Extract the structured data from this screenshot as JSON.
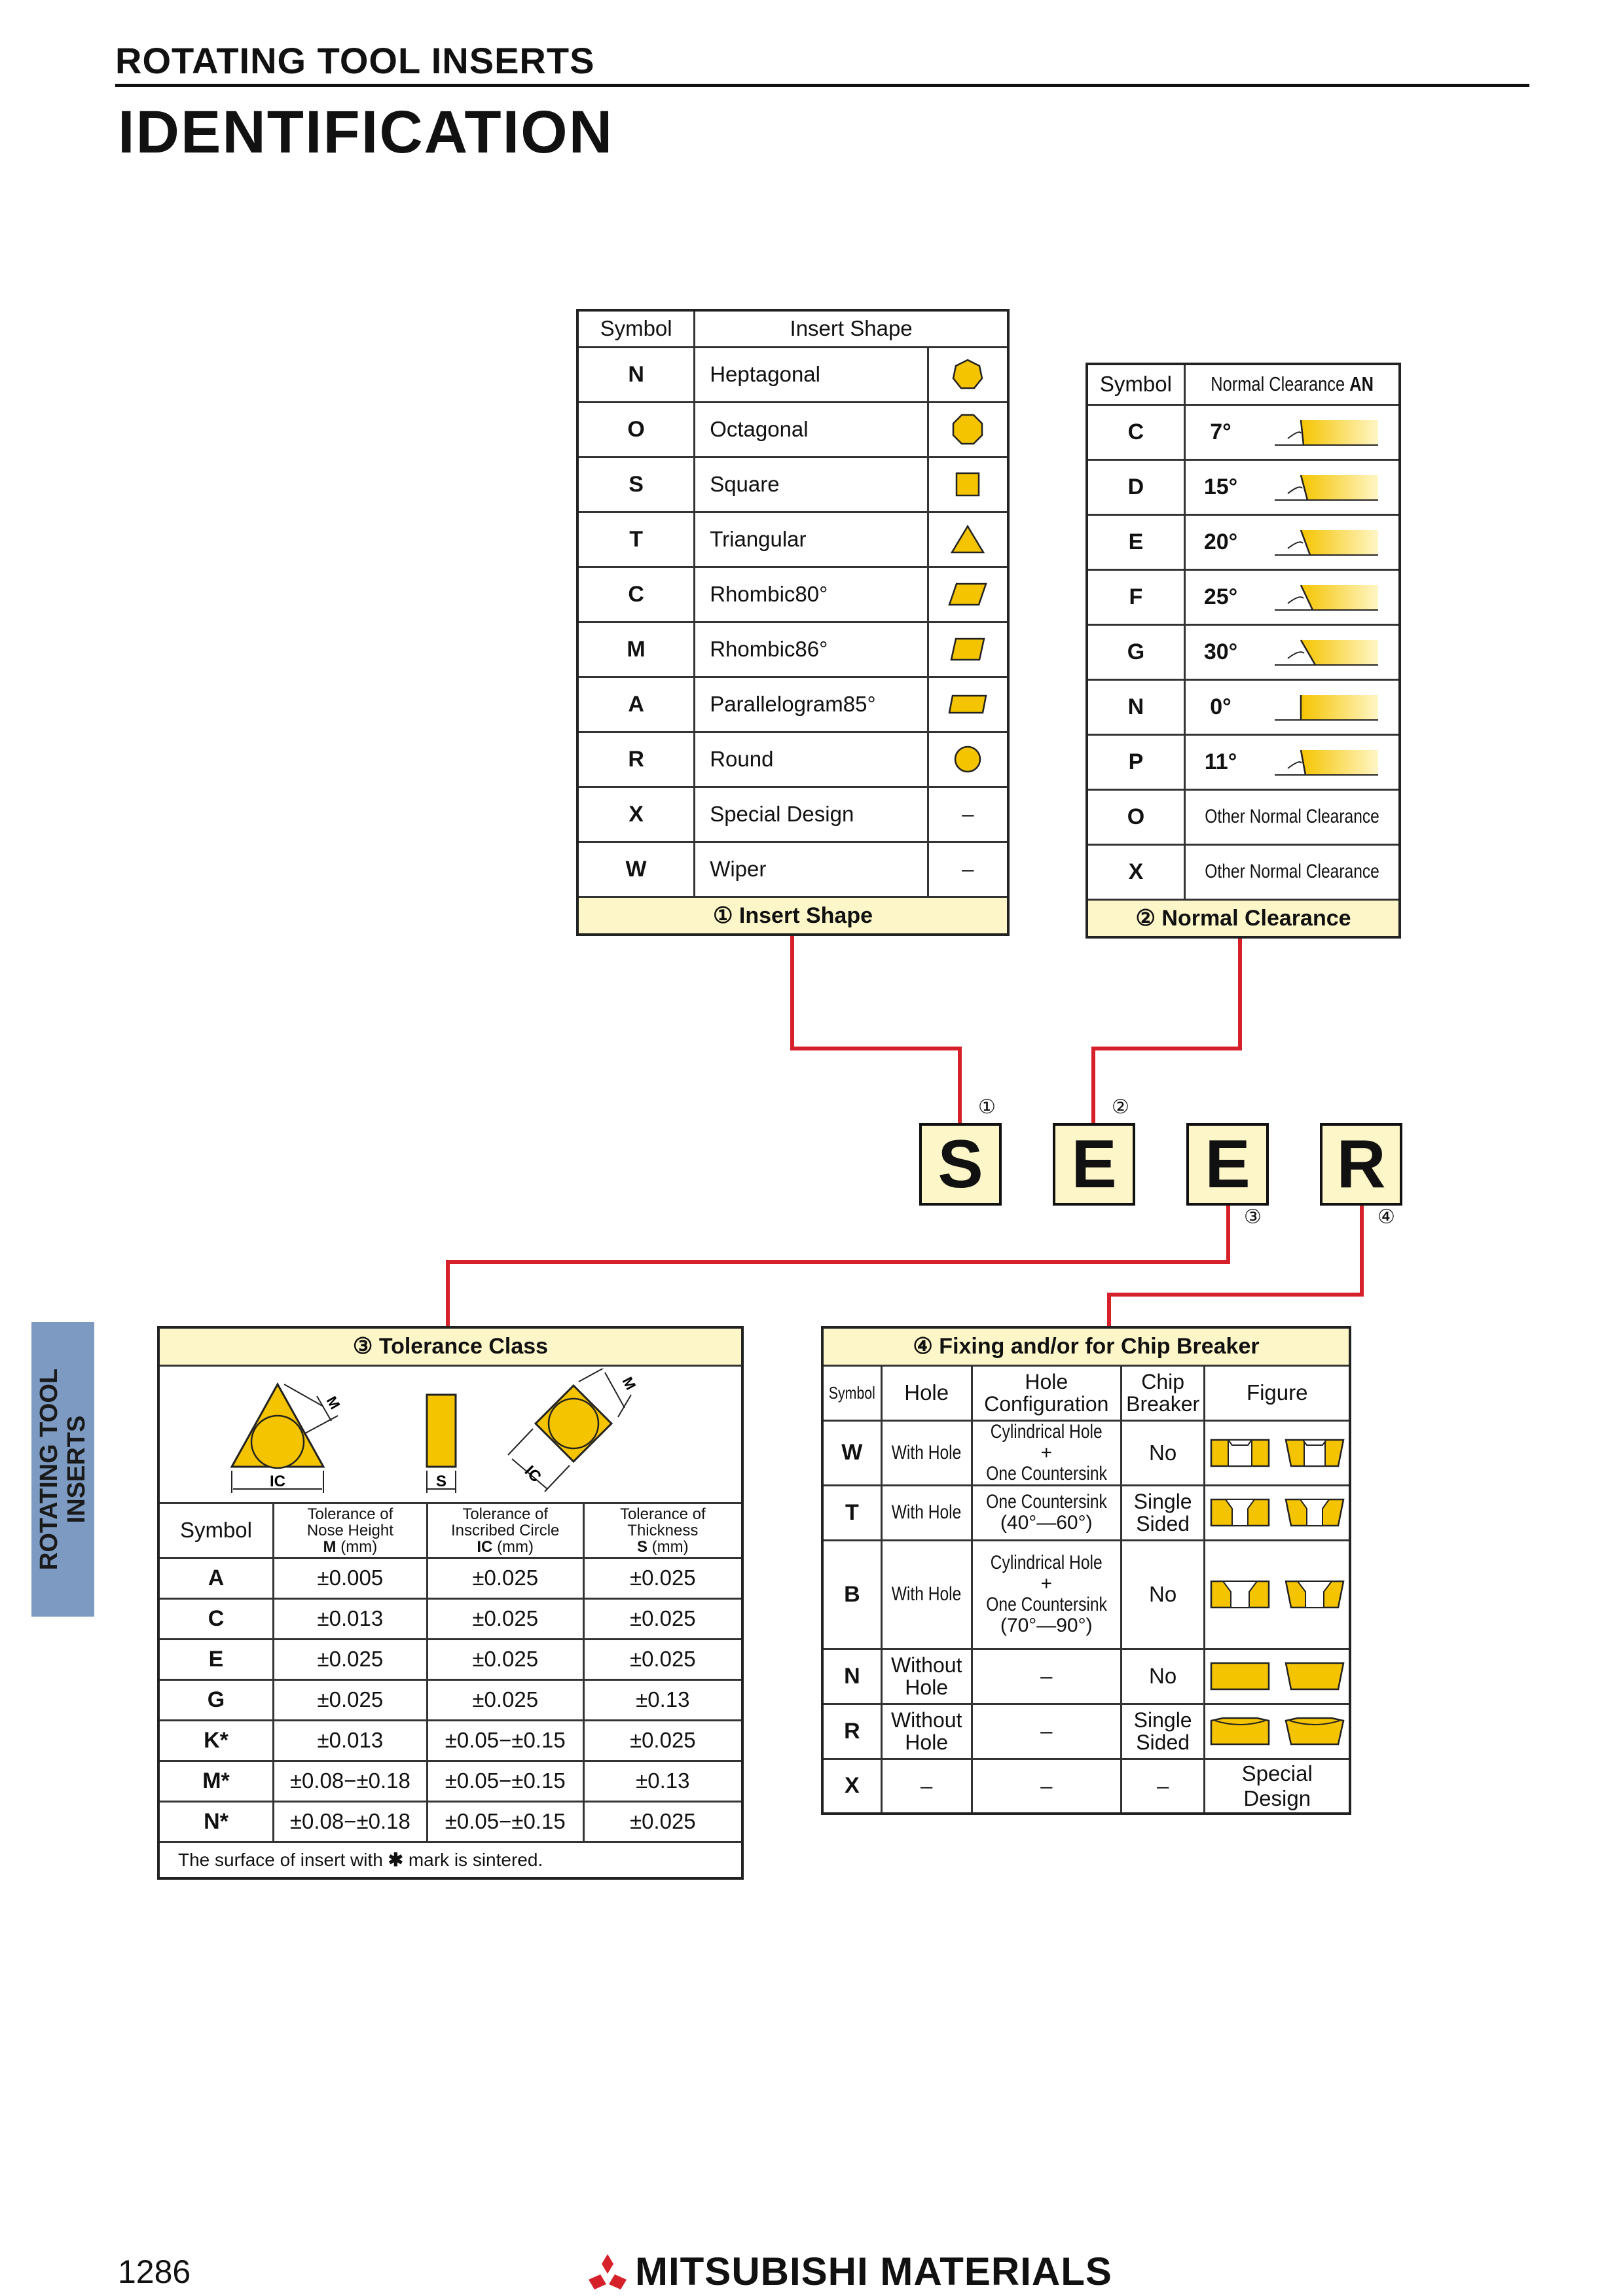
{
  "header": {
    "title": "ROTATING TOOL INSERTS",
    "subtitle": "IDENTIFICATION"
  },
  "side_tab": {
    "line1": "ROTATING TOOL",
    "line2": "INSERTS"
  },
  "insert_shape": {
    "caption": "① Insert Shape",
    "col_symbol": "Symbol",
    "col_shape": "Insert Shape",
    "rows": [
      {
        "symbol": "N",
        "name": "Heptagonal",
        "icon": "heptagon-icon"
      },
      {
        "symbol": "O",
        "name": "Octagonal",
        "icon": "octagon-icon"
      },
      {
        "symbol": "S",
        "name": "Square",
        "icon": "square-icon"
      },
      {
        "symbol": "T",
        "name": "Triangular",
        "icon": "triangle-icon"
      },
      {
        "symbol": "C",
        "name": "Rhombic80°",
        "icon": "rhombic80-icon"
      },
      {
        "symbol": "M",
        "name": "Rhombic86°",
        "icon": "rhombic86-icon"
      },
      {
        "symbol": "A",
        "name": "Parallelogram85°",
        "icon": "parallelogram-icon"
      },
      {
        "symbol": "R",
        "name": "Round",
        "icon": "circle-icon"
      },
      {
        "symbol": "X",
        "name": "Special Design",
        "icon": "–"
      },
      {
        "symbol": "W",
        "name": "Wiper",
        "icon": "–"
      }
    ]
  },
  "normal_clearance": {
    "caption": "② Normal Clearance",
    "col_symbol": "Symbol",
    "col_clearance": "Normal Clearance",
    "col_clearance_abbr": "AN",
    "rows": [
      {
        "symbol": "C",
        "angle": "7°"
      },
      {
        "symbol": "D",
        "angle": "15°"
      },
      {
        "symbol": "E",
        "angle": "20°"
      },
      {
        "symbol": "F",
        "angle": "25°"
      },
      {
        "symbol": "G",
        "angle": "30°"
      },
      {
        "symbol": "N",
        "angle": "0°"
      },
      {
        "symbol": "P",
        "angle": "11°"
      },
      {
        "symbol": "O",
        "angle": "Other Normal Clearance"
      },
      {
        "symbol": "X",
        "angle": "Other Normal Clearance"
      }
    ]
  },
  "code": {
    "letters": [
      "S",
      "E",
      "E",
      "R"
    ],
    "marks": [
      "①",
      "②",
      "③",
      "④"
    ]
  },
  "tolerance": {
    "caption": "③ Tolerance Class",
    "dims": {
      "m": "M",
      "ic": "IC",
      "s": "S"
    },
    "col_symbol": "Symbol",
    "col_m": {
      "l1": "Tolerance of",
      "l2": "Nose Height",
      "l3": "M",
      "unit": "(mm)"
    },
    "col_ic": {
      "l1": "Tolerance of",
      "l2": "Inscribed Circle",
      "l3": "IC",
      "unit": "(mm)"
    },
    "col_s": {
      "l1": "Tolerance of",
      "l2": "Thickness",
      "l3": "S",
      "unit": "(mm)"
    },
    "rows": [
      {
        "symbol": "A",
        "m": "±0.005",
        "ic": "±0.025",
        "s": "±0.025"
      },
      {
        "symbol": "C",
        "m": "±0.013",
        "ic": "±0.025",
        "s": "±0.025"
      },
      {
        "symbol": "E",
        "m": "±0.025",
        "ic": "±0.025",
        "s": "±0.025"
      },
      {
        "symbol": "G",
        "m": "±0.025",
        "ic": "±0.025",
        "s": "±0.13"
      },
      {
        "symbol": "K*",
        "m": "±0.013",
        "ic": "±0.05−±0.15",
        "s": "±0.025"
      },
      {
        "symbol": "M*",
        "m": "±0.08−±0.18",
        "ic": "±0.05−±0.15",
        "s": "±0.13"
      },
      {
        "symbol": "N*",
        "m": "±0.08−±0.18",
        "ic": "±0.05−±0.15",
        "s": "±0.025"
      }
    ],
    "note_pre": "The surface of insert with ",
    "note_star": "✱",
    "note_post": " mark is sintered."
  },
  "fixing": {
    "caption": "④ Fixing and/or for Chip Breaker",
    "col_symbol": "Symbol",
    "col_hole": "Hole",
    "col_config_l1": "Hole",
    "col_config_l2": "Configuration",
    "col_breaker_l1": "Chip",
    "col_breaker_l2": "Breaker",
    "col_figure": "Figure",
    "rows": [
      {
        "symbol": "W",
        "hole": "With Hole",
        "config": [
          "Cylindrical Hole",
          "+",
          "One Countersink"
        ],
        "breaker": [
          "No"
        ],
        "figure": "w"
      },
      {
        "symbol": "T",
        "hole": "With Hole",
        "config": [
          "One Countersink",
          "(40°—60°)"
        ],
        "breaker": [
          "Single",
          "Sided"
        ],
        "figure": "t"
      },
      {
        "symbol": "B",
        "hole": "With Hole",
        "config": [
          "Cylindrical Hole",
          "+",
          "One Countersink",
          "(70°—90°)"
        ],
        "breaker": [
          "No"
        ],
        "figure": "b"
      },
      {
        "symbol": "N",
        "hole": "Without Hole",
        "config": [
          "–"
        ],
        "breaker": [
          "No"
        ],
        "figure": "n"
      },
      {
        "symbol": "R",
        "hole": "Without Hole",
        "config": [
          "–"
        ],
        "breaker": [
          "Single",
          "Sided"
        ],
        "figure": "r"
      },
      {
        "symbol": "X",
        "hole": "–",
        "config": [
          "–"
        ],
        "breaker": [
          "–"
        ],
        "figure_text": "Special Design"
      }
    ]
  },
  "footer": {
    "page": "1286",
    "brand": "MITSUBISHI MATERIALS"
  },
  "colors": {
    "accent_yellow": "#f5c400",
    "connector_red": "#d6202a",
    "tab_blue": "#7d9bc2",
    "caption_fill": "#fdf6c8"
  }
}
